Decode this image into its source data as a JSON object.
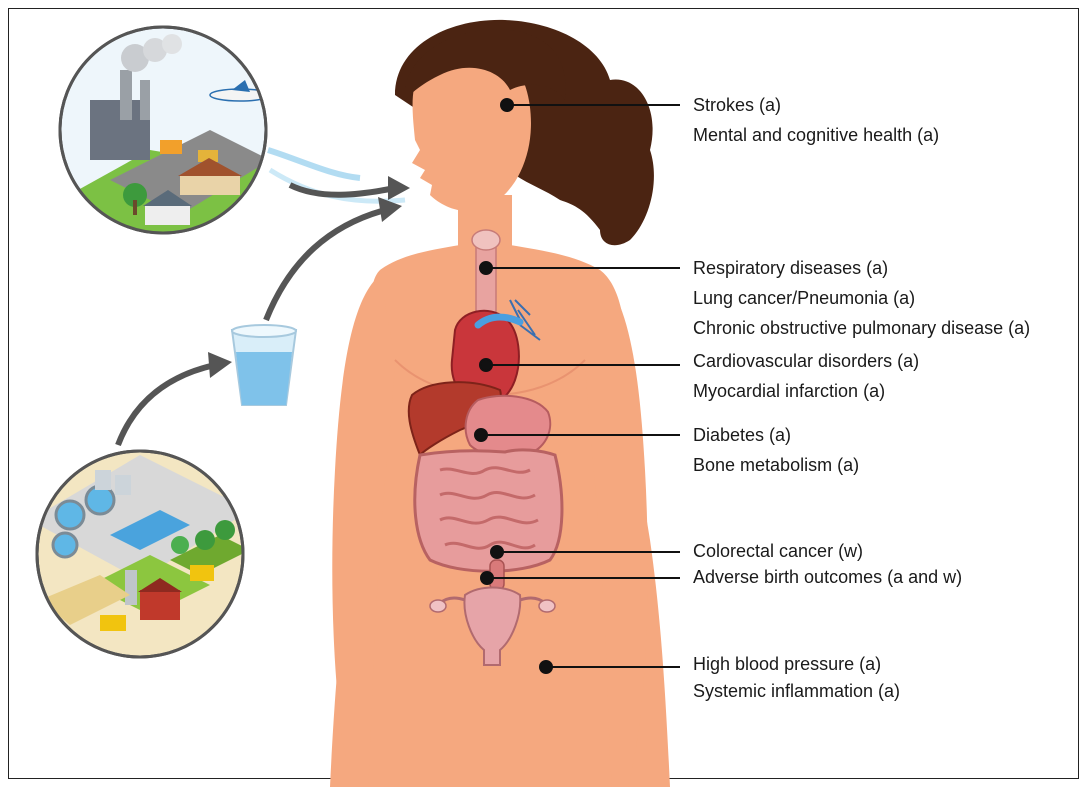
{
  "labels": {
    "brain": [
      "Strokes (a)",
      "Mental and cognitive health (a)"
    ],
    "lungs": [
      "Respiratory diseases (a)",
      "Lung cancer/Pneumonia (a)",
      "Chronic obstructive pulmonary disease (a)"
    ],
    "heart": [
      "Cardiovascular disorders (a)",
      "Myocardial infarction (a)"
    ],
    "stomach": [
      "Diabetes (a)",
      "Bone metabolism (a)"
    ],
    "colon": [
      "Colorectal cancer (w)"
    ],
    "uterus": [
      "Adverse birth outcomes (a and w)"
    ],
    "body": [
      "High blood pressure (a)",
      "Systemic inflammation (a)"
    ]
  },
  "colors": {
    "skin": "#f5a87f",
    "hair": "#4b2412",
    "organ": "#d9575a",
    "leader_line": "#111111",
    "arrow": "#555555"
  }
}
